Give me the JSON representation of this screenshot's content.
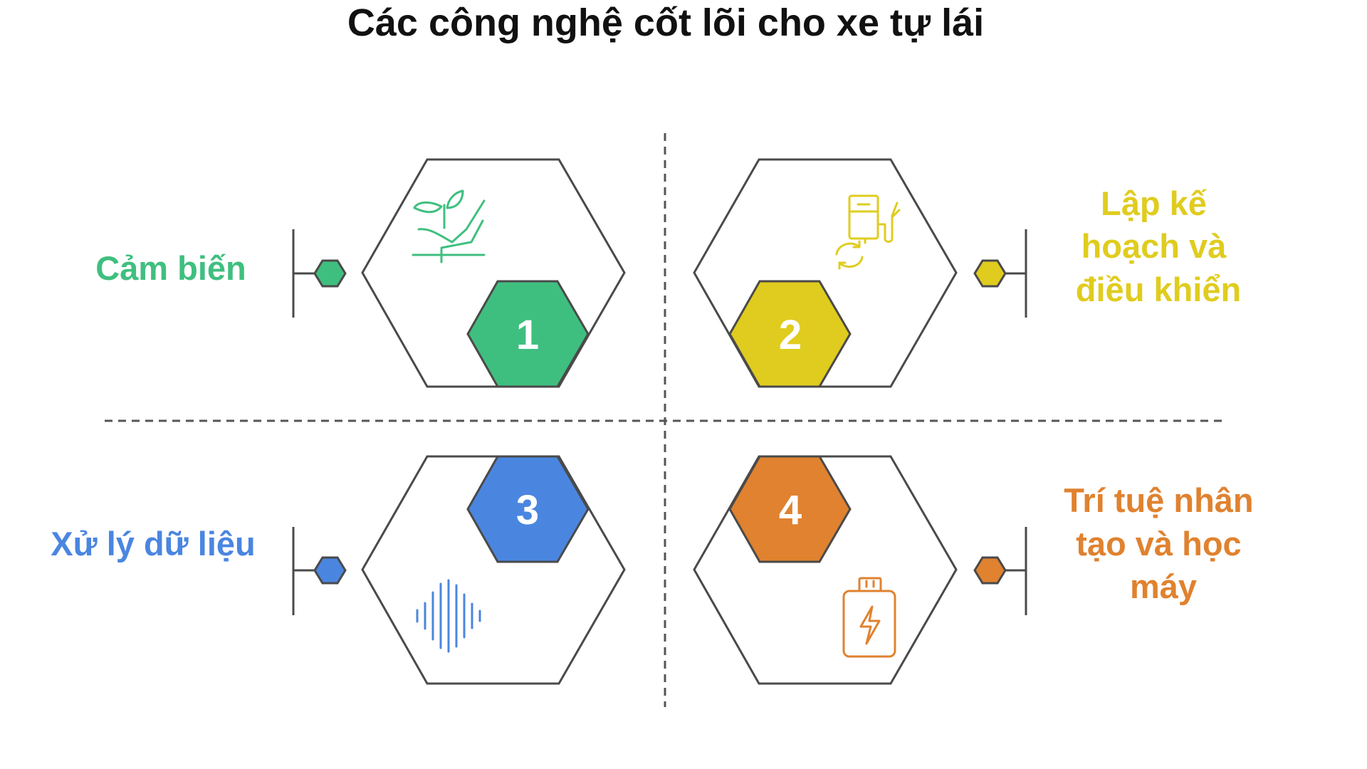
{
  "title": "Các công nghệ cốt lõi cho xe tự lái",
  "items": [
    {
      "number": "1",
      "lines": [
        "Cảm biến"
      ],
      "color": "#3fbf7f",
      "icon": "plant-hand-icon"
    },
    {
      "number": "2",
      "lines": [
        "Lập kế",
        "hoạch và",
        "điều khiển"
      ],
      "color": "#e0cc1e",
      "icon": "fuel-station-refresh-icon"
    },
    {
      "number": "3",
      "lines": [
        "Xử lý dữ liệu"
      ],
      "color": "#4a86e0",
      "icon": "sound-wave-icon"
    },
    {
      "number": "4",
      "lines": [
        "Trí tuệ nhân",
        "tạo và học",
        "máy"
      ],
      "color": "#e0822f",
      "icon": "battery-charge-icon"
    }
  ]
}
